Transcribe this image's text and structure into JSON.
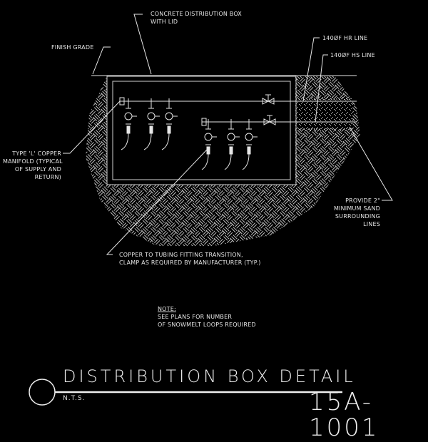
{
  "drawing": {
    "title": "DISTRIBUTION BOX DETAIL",
    "scale": "N.T.S.",
    "sheet_number": "15A-1001"
  },
  "callouts": {
    "box": [
      "CONCRETE DISTRIBUTION BOX",
      "WITH LID"
    ],
    "finish_grade": "FINISH GRADE",
    "hr_line": "140ØF HR LINE",
    "hs_line": "140ØF HS LINE",
    "manifold": [
      "TYPE 'L' COPPER",
      "MANIFOLD (TYPICAL",
      "OF SUPPLY AND",
      "RETURN)"
    ],
    "sand": [
      "PROVIDE 2\"",
      "MINIMUM SAND",
      "SURROUNDING",
      "LINES"
    ],
    "transition": [
      "COPPER TO TUBING FITTING TRANSITION,",
      "CLAMP AS REQUIRED BY MANUFACTURER (TYP.)"
    ]
  },
  "note": {
    "heading": "NOTE:",
    "lines": [
      "SEE PLANS FOR NUMBER",
      "OF SNOWMELT LOOPS REQUIRED"
    ]
  },
  "colors": {
    "background": "#000000",
    "linework": "#e6e6e6",
    "hatch": "#bfbfbf"
  }
}
